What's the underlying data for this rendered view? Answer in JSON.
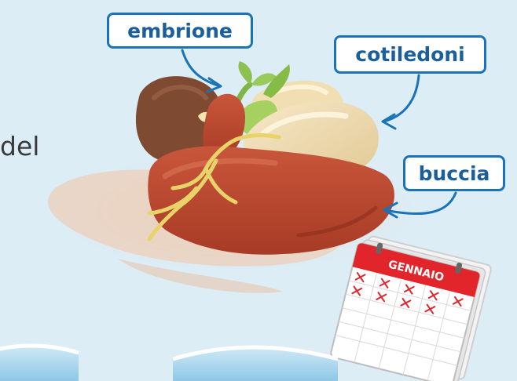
{
  "labels": {
    "embryo": "embrione",
    "cotyledons": "cotiledoni",
    "seed_coat": "buccia"
  },
  "fragment_text": "del",
  "calendar": {
    "month": "GENNAIO"
  },
  "colors": {
    "background": "#dcedf6",
    "label_border": "#1a73b8",
    "label_text": "#1a5f9c",
    "arrow": "#1a73b8"
  }
}
